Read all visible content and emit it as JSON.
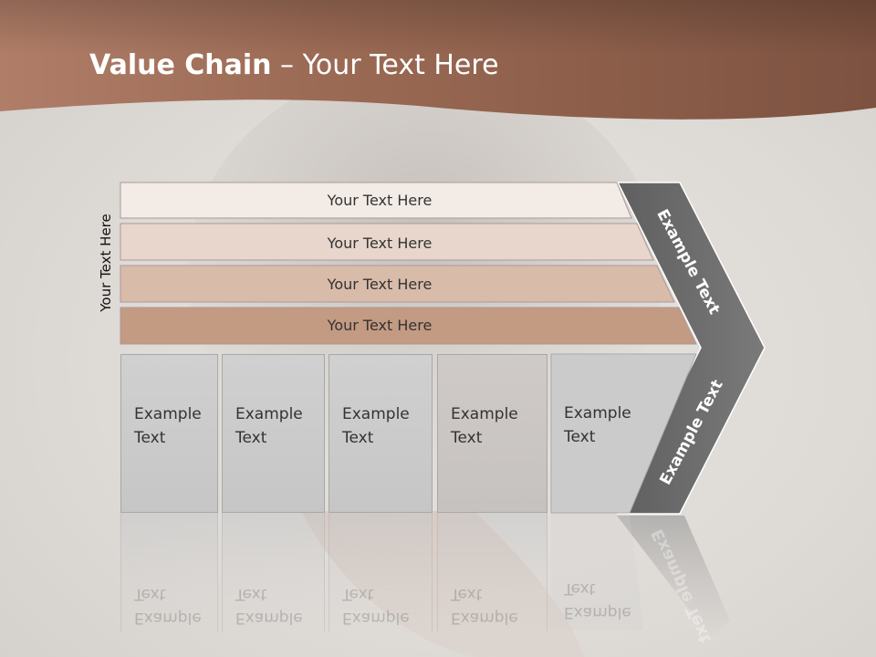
{
  "slide": {
    "title_bold": "Value Chain",
    "title_rest": " – Your Text Here",
    "side_label": "Your Text Here"
  },
  "rows": [
    {
      "label": "Your Text Here",
      "color": "#f3ebe6"
    },
    {
      "label": "Your Text Here",
      "color": "#e8d6cc"
    },
    {
      "label": "Your Text Here",
      "color": "#d9bba9"
    },
    {
      "label": "Your Text Here",
      "color": "#c39a82"
    }
  ],
  "boxes": [
    {
      "label": "Example Text"
    },
    {
      "label": "Example Text"
    },
    {
      "label": "Example Text"
    },
    {
      "label": "Example Text"
    },
    {
      "label": "Example Text"
    }
  ],
  "chevron": {
    "upper_label": "Example Text",
    "lower_label": "Example Text",
    "color": "#6e6e6e"
  },
  "colors": {
    "header": "#9a6650",
    "header_dark": "#7a4e3a"
  }
}
